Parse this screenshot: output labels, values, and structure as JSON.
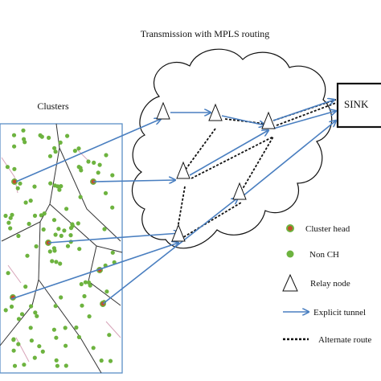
{
  "title": "Transmission  with MPLS routing",
  "clusters_label": "Clusters",
  "sink_label": "SINK",
  "legend": {
    "cluster_head": "Cluster head",
    "non_ch": "Non CH",
    "relay_node": "Relay node",
    "explicit_tunnel": "Explicit tunnel",
    "alternate_route": "Alternate route"
  },
  "colors": {
    "cluster_border": "#5b8fc7",
    "tunnel": "#4a7fc0",
    "non_ch": "#6db33f",
    "cluster_head": "#c2502a",
    "sink_border": "#111111",
    "cloud_border": "#111111",
    "alternate": "#111111",
    "partition": "#333333",
    "partition_faint": "#d7a3b8"
  }
}
